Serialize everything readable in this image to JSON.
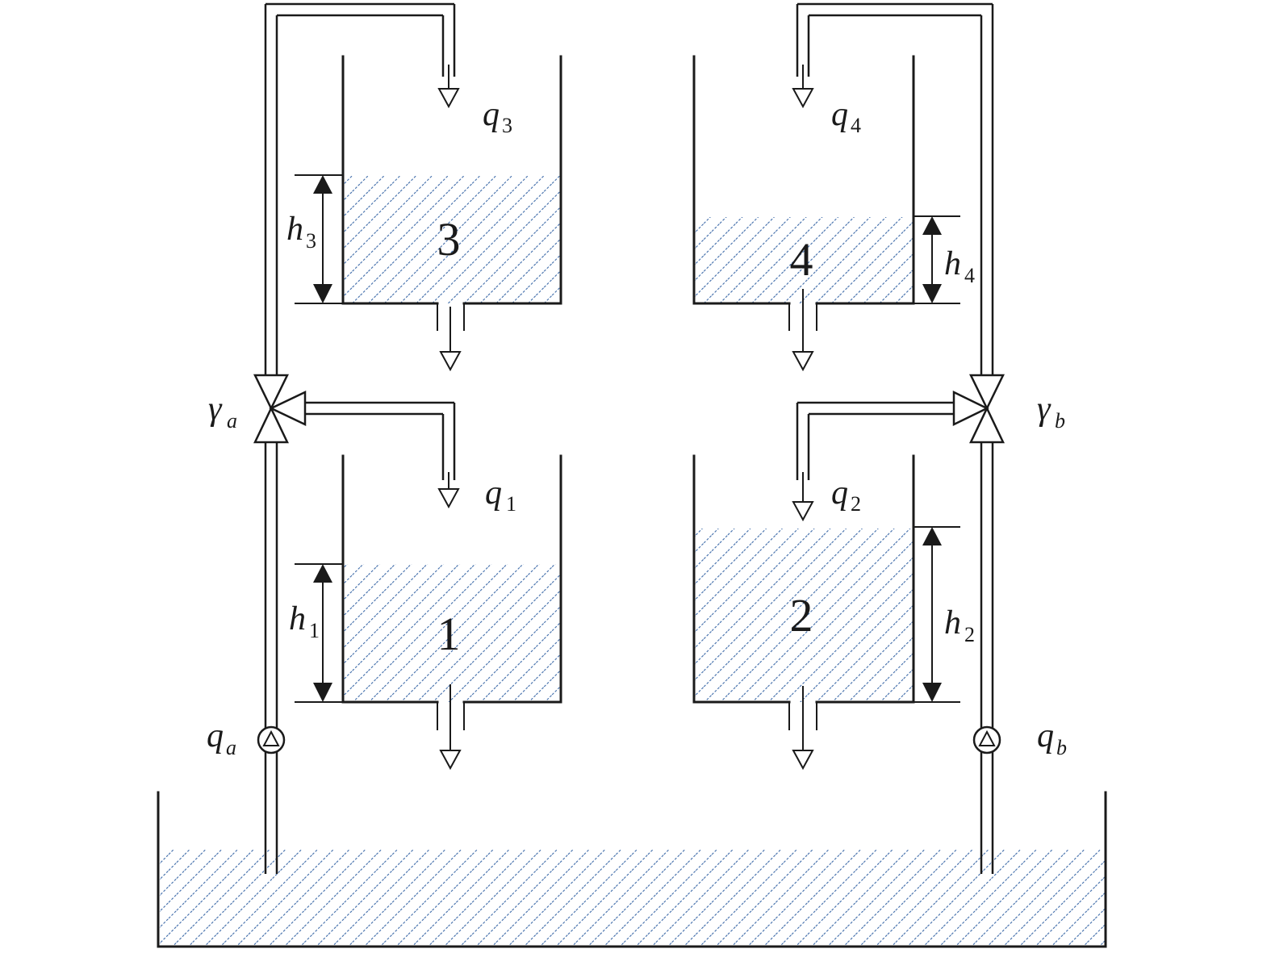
{
  "tanks": [
    {
      "id": "tank-1",
      "number": "1",
      "level_label": "h",
      "level_sub": "1",
      "inflow_label": "q",
      "inflow_sub": "1"
    },
    {
      "id": "tank-2",
      "number": "2",
      "level_label": "h",
      "level_sub": "2",
      "inflow_label": "q",
      "inflow_sub": "2"
    },
    {
      "id": "tank-3",
      "number": "3",
      "level_label": "h",
      "level_sub": "3",
      "inflow_label": "q",
      "inflow_sub": "3"
    },
    {
      "id": "tank-4",
      "number": "4",
      "level_label": "h",
      "level_sub": "4",
      "inflow_label": "q",
      "inflow_sub": "4"
    }
  ],
  "valves": [
    {
      "id": "valve-a",
      "label": "γ",
      "sub": "a"
    },
    {
      "id": "valve-b",
      "label": "γ",
      "sub": "b"
    }
  ],
  "pumps": [
    {
      "id": "pump-a",
      "label": "q",
      "sub": "a"
    },
    {
      "id": "pump-b",
      "label": "q",
      "sub": "b"
    }
  ],
  "colors": {
    "line": "#1a1a1a",
    "water_hatch": "#3d6aa8",
    "background": "#ffffff"
  }
}
